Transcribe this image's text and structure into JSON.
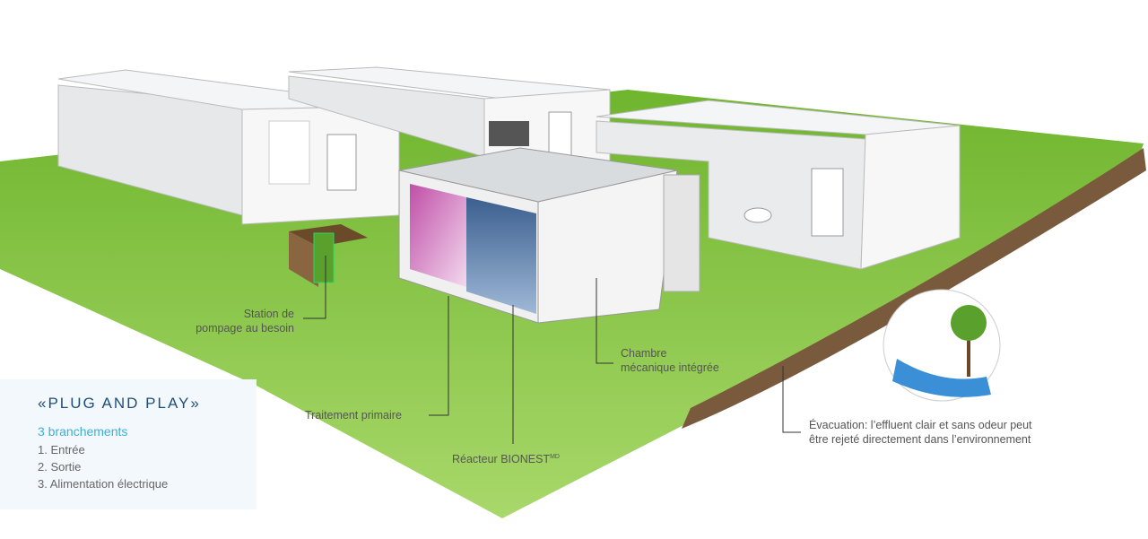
{
  "labels": {
    "station": [
      "Station de",
      "pompage au besoin"
    ],
    "chambre": [
      "Chambre",
      "mécanique intégrée"
    ],
    "traitement": "Traitement primaire",
    "reacteur": "Réacteur BIONEST",
    "reacteur_sup": "MD",
    "evacuation": [
      "Évacuation: l’effluent clair et sans odeur peut",
      "être rejeté directement dans l’environnement"
    ]
  },
  "legend": {
    "title": "«PLUG AND PLAY»",
    "subtitle": "3 branchements",
    "items": [
      "1. Entrée",
      "2. Sortie",
      "3. Alimentation électrique"
    ]
  },
  "colors": {
    "grass": "#8cc63f",
    "accent": "#3bb0d8",
    "title": "#1f4e79"
  }
}
